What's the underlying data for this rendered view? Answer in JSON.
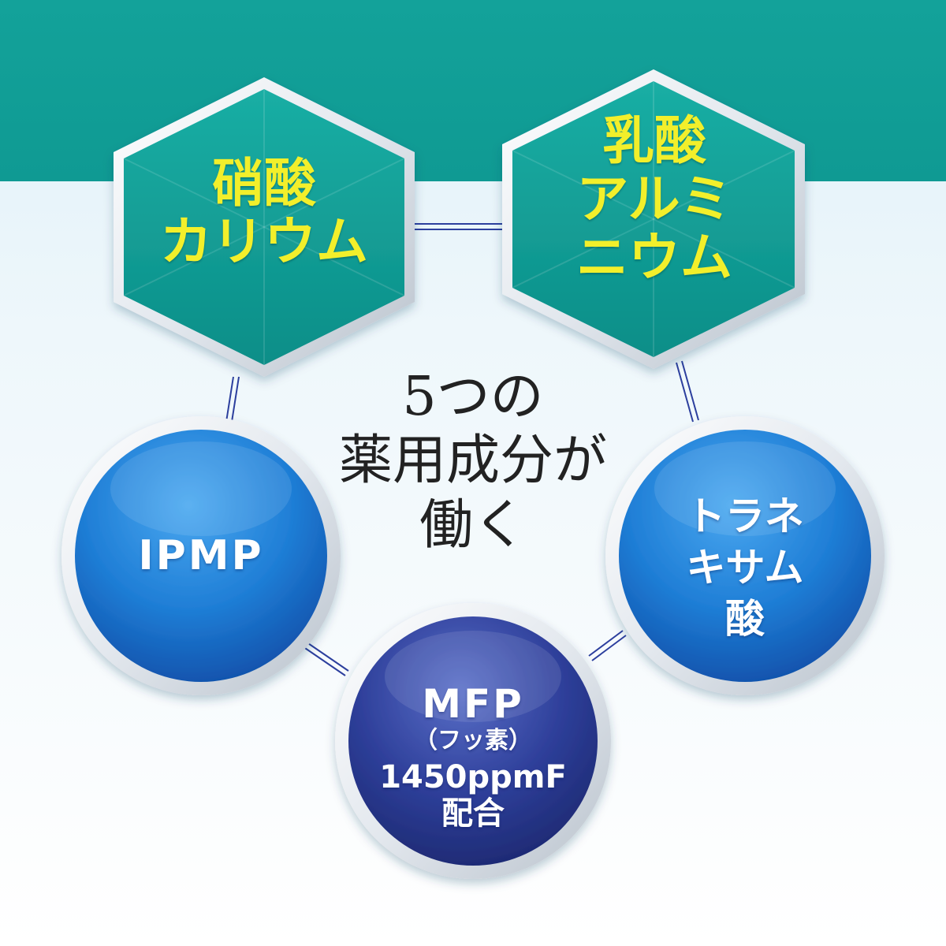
{
  "center": {
    "line1": "5つの",
    "line2": "薬用成分が",
    "line3": "働く"
  },
  "hexagons": [
    {
      "lines": [
        "硝酸",
        "カリウム"
      ]
    },
    {
      "lines": [
        "乳酸",
        "アルミ",
        "ニウム"
      ]
    }
  ],
  "circles": {
    "ipmp": {
      "lines": [
        "IPMP"
      ]
    },
    "tranexamic": {
      "lines": [
        "トラネ",
        "キサム",
        "酸"
      ]
    },
    "mfp": {
      "line1": "MFP",
      "line2": "（フッ素）",
      "line3": "1450ppmF",
      "line4": "配合"
    }
  },
  "colors": {
    "teal": "#13a29a",
    "hex_text": "#f2ef2b",
    "blue_circle": "#1f7ed6",
    "navy_circle": "#2e3f9a",
    "connector": "#2c3f9e"
  }
}
